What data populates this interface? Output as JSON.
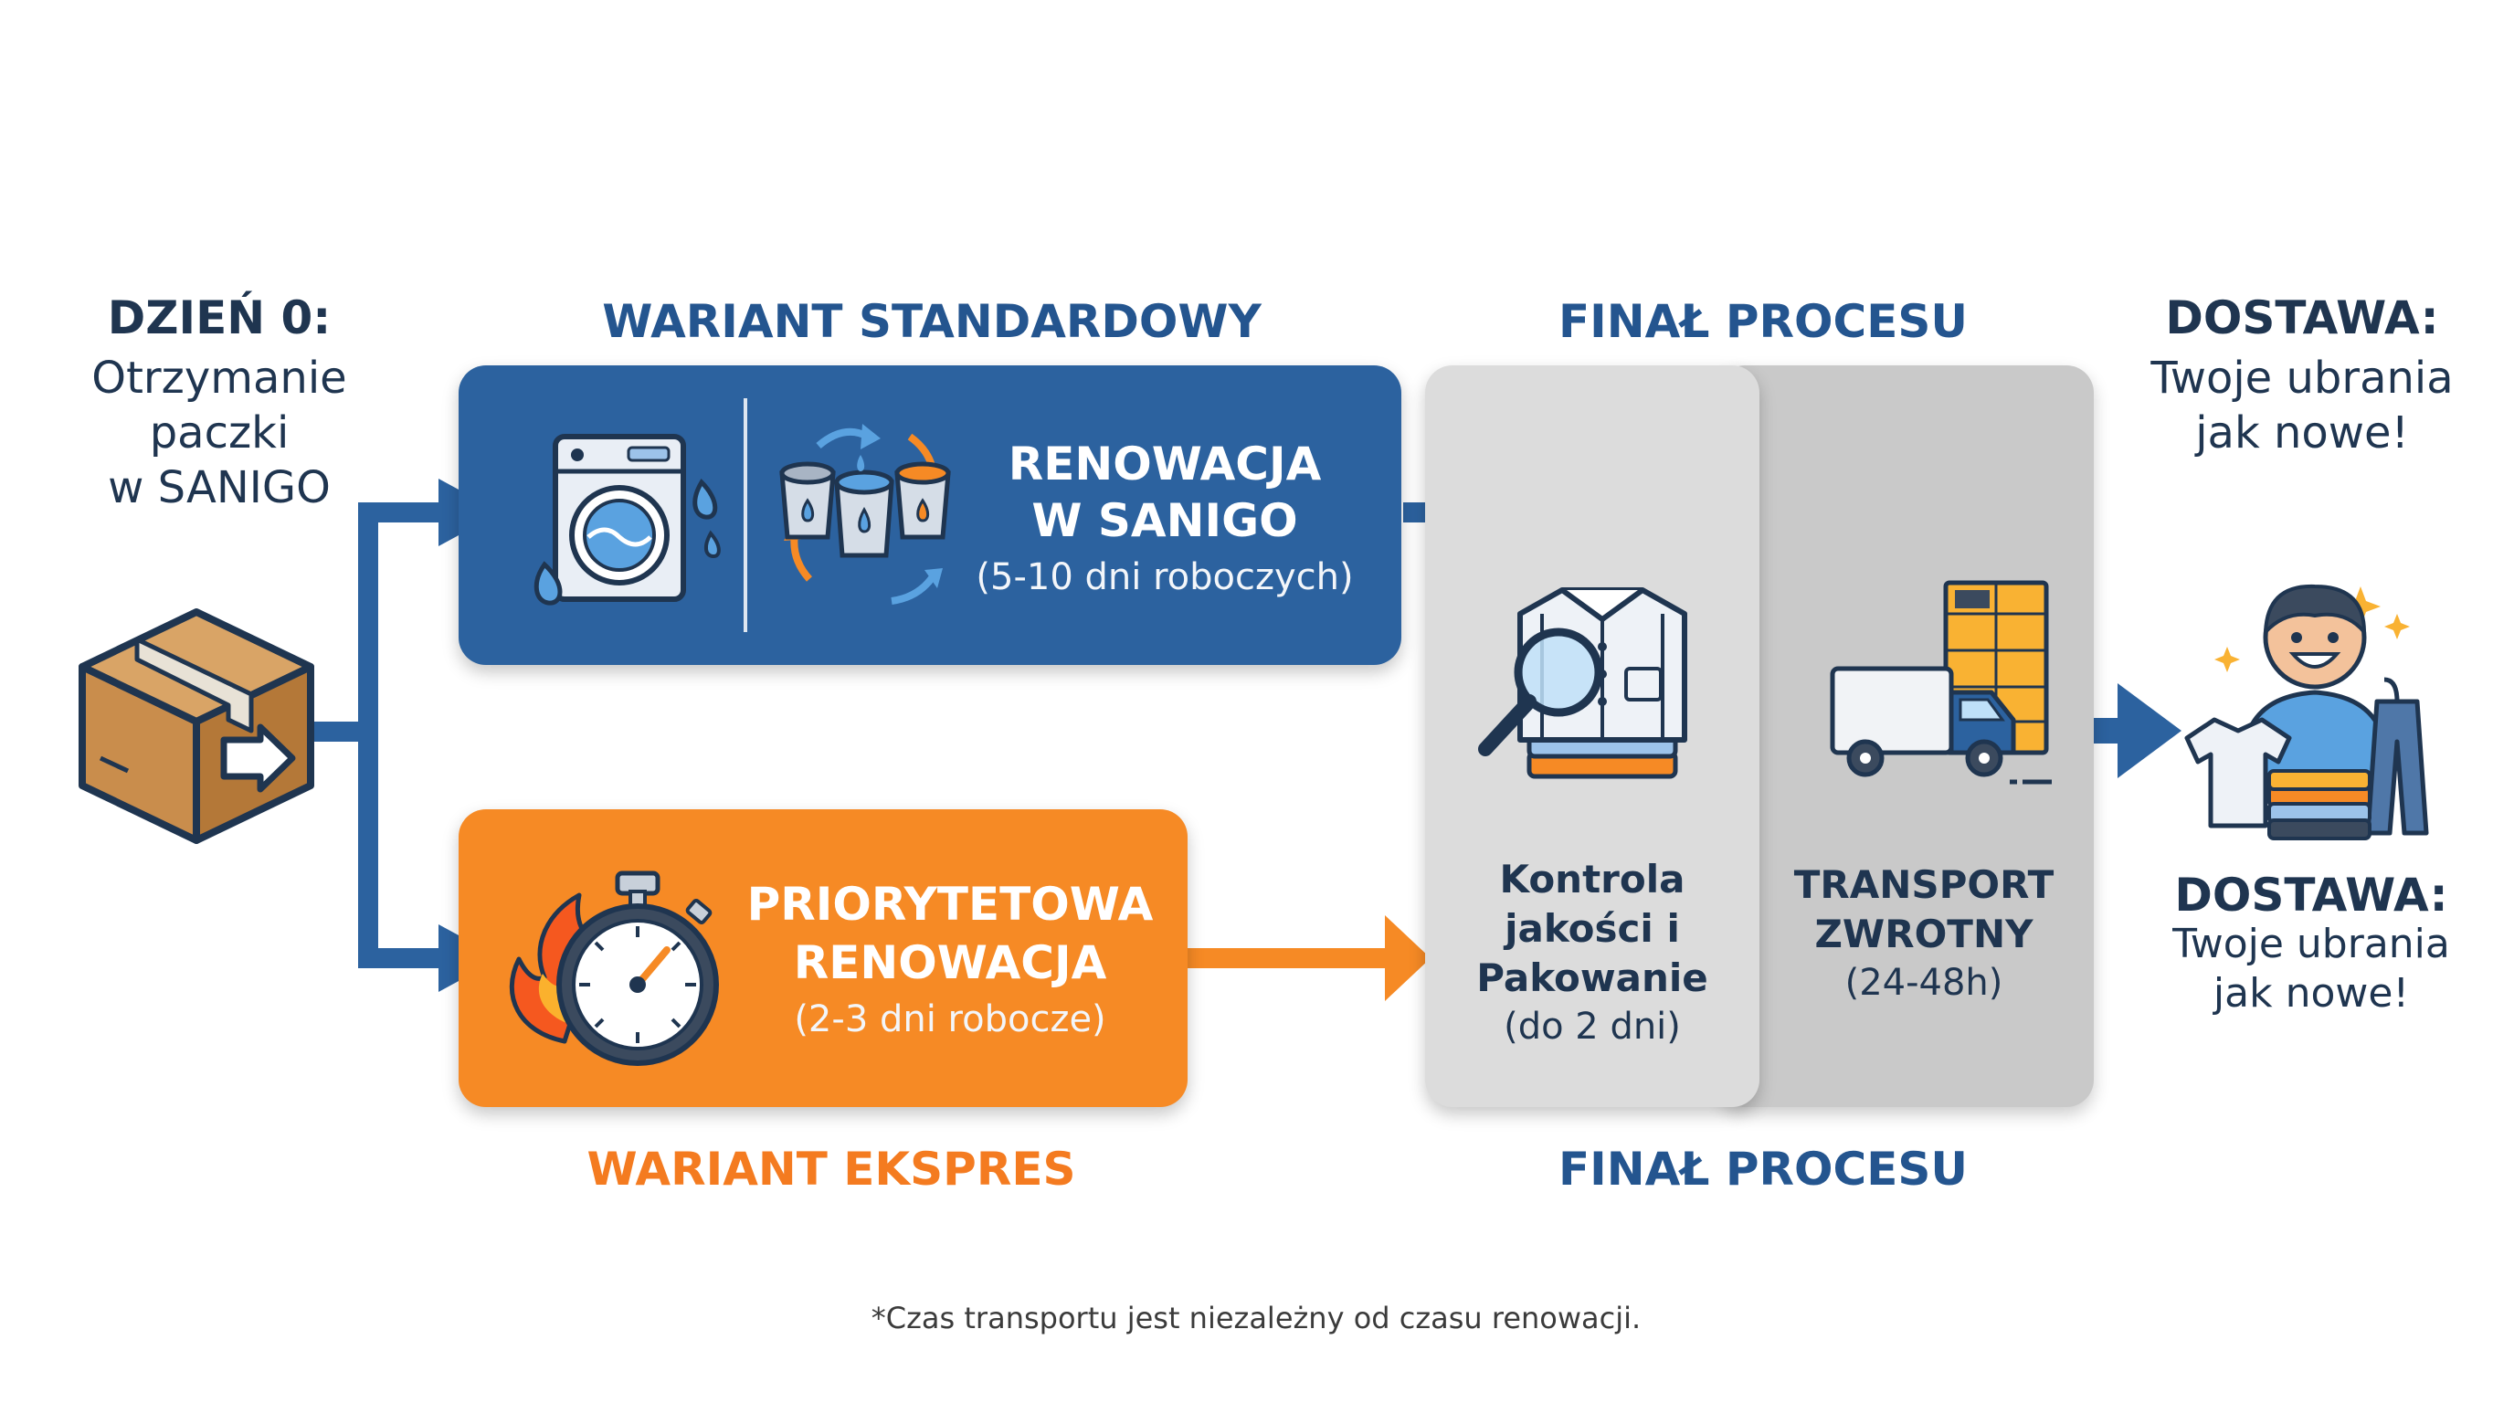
{
  "start": {
    "title": "DZIEŃ 0:",
    "lines": [
      "Otrzymanie",
      "paczki",
      "w SANIGO"
    ]
  },
  "standard": {
    "header": "WARIANT STANDARDOWY",
    "title_lines": [
      "RENOWACJA",
      "W SANIGO"
    ],
    "duration": "(5-10 dni roboczych)"
  },
  "express": {
    "header": "WARIANT EKSPRES",
    "title_lines": [
      "PRIORYTETOWA",
      "RENOWACJA"
    ],
    "duration": "(2-3 dni robocze)"
  },
  "final": {
    "header_top": "FINAŁ PROCESU",
    "header_bottom": "FINAŁ PROCESU",
    "quality": {
      "title_lines": [
        "Kontrola",
        "jakości i",
        "Pakowanie"
      ],
      "duration": "(do 2 dni)"
    },
    "transport": {
      "title_lines": [
        "TRANSPORT",
        "ZWROTNY"
      ],
      "duration": "(24-48h)"
    }
  },
  "delivery_top": {
    "title": "DOSTAWA:",
    "lines": [
      "Twoje ubrania",
      "jak nowe!"
    ]
  },
  "delivery_bottom": {
    "title": "DOSTAWA:",
    "lines": [
      "Twoje ubrania",
      "jak nowe!"
    ]
  },
  "footnote": "*Czas transportu jest niezależny od czasu renowacji.",
  "icons": {
    "start": "package-box-icon",
    "standard_1": "washing-machine-icon",
    "standard_2": "recycling-buckets-icon",
    "express": "stopwatch-fire-icon",
    "quality": "shirt-magnifier-icon",
    "transport": "delivery-truck-locker-icon",
    "delivery": "happy-customer-clothes-icon"
  },
  "colors": {
    "blue": "#2c629f",
    "orange": "#f68a25",
    "dark_blue": "#24558f",
    "grey_light": "#dcdcdc",
    "grey_dark": "#c9c9c9"
  }
}
